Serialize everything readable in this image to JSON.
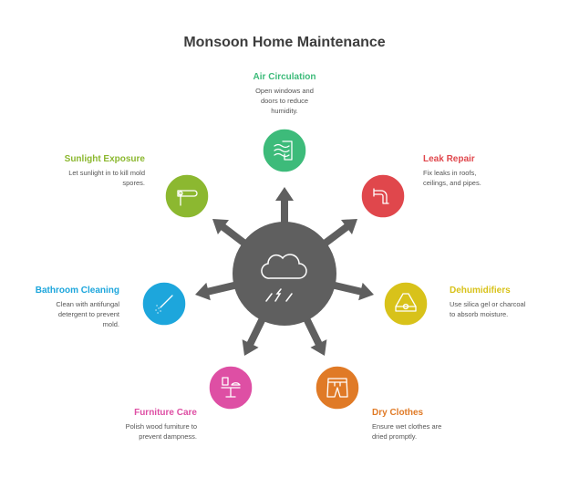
{
  "title": "Monsoon Home Maintenance",
  "center_icon": "rain-cloud-icon",
  "hub_color": "#5f5f5f",
  "items": [
    {
      "title": "Air Circulation",
      "desc": "Open windows and doors to reduce humidity.",
      "color": "#3dbb7a",
      "icon": "window-wind-icon"
    },
    {
      "title": "Leak Repair",
      "desc": "Fix leaks in roofs, ceilings, and pipes.",
      "color": "#e0474c",
      "icon": "pipe-icon"
    },
    {
      "title": "Dehumidifiers",
      "desc": "Use silica gel or charcoal to absorb moisture.",
      "color": "#d8c21a",
      "icon": "dehumidifier-icon"
    },
    {
      "title": "Dry Clothes",
      "desc": "Ensure wet clothes are dried promptly.",
      "color": "#e07a26",
      "icon": "shorts-icon"
    },
    {
      "title": "Furniture Care",
      "desc": "Polish wood furniture to prevent dampness.",
      "color": "#de4fa4",
      "icon": "table-icon"
    },
    {
      "title": "Bathroom Cleaning",
      "desc": "Clean with antifungal detergent to prevent mold.",
      "color": "#1da6dc",
      "icon": "brush-icon"
    },
    {
      "title": "Sunlight Exposure",
      "desc": "Let sunlight in to kill mold spores.",
      "color": "#8cb830",
      "icon": "curtain-rod-icon"
    }
  ]
}
